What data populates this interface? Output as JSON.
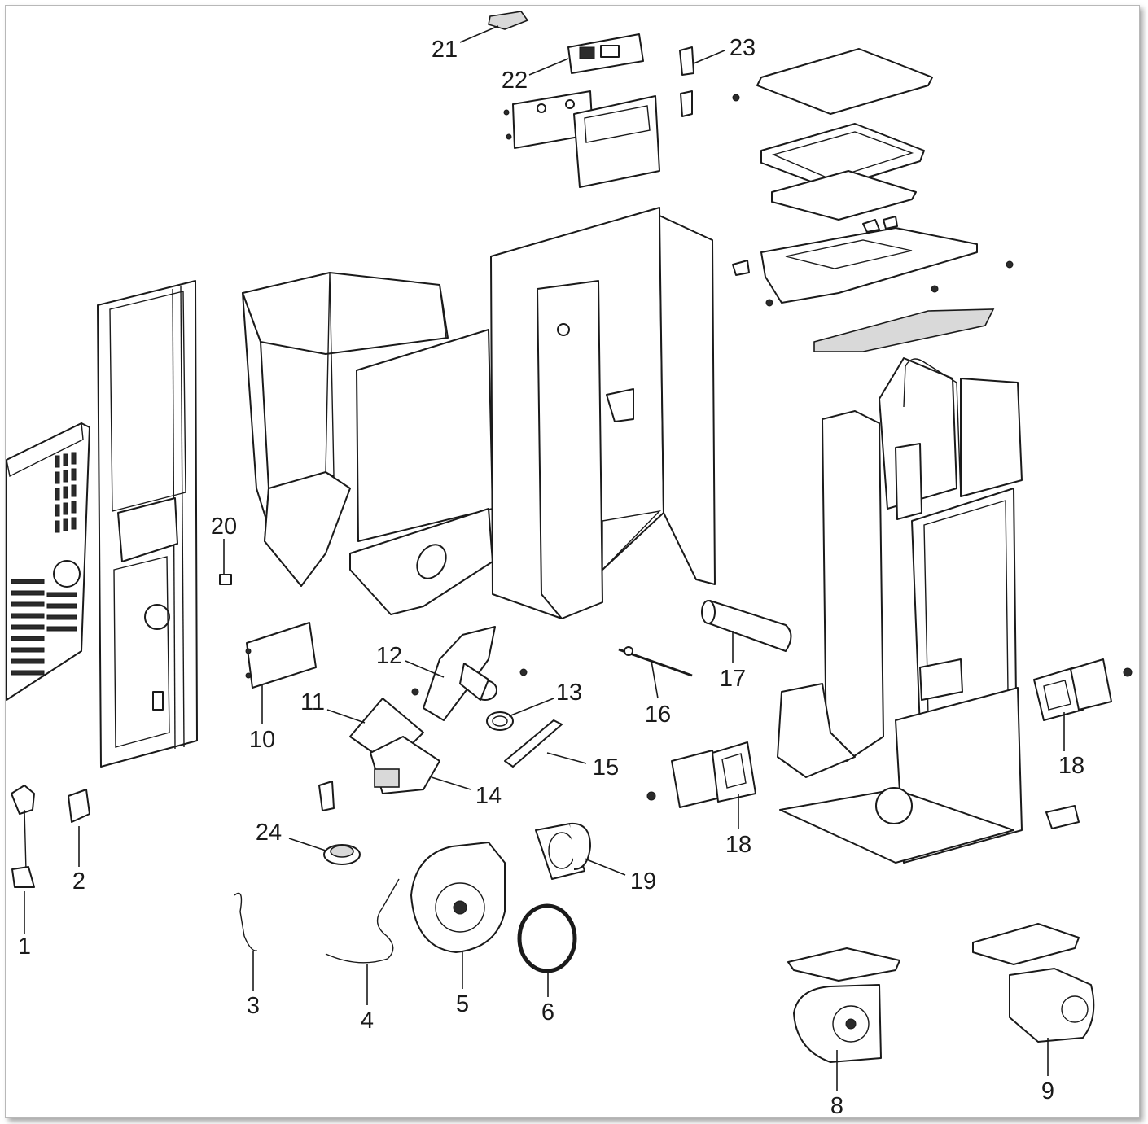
{
  "callouts": [
    {
      "id": "1",
      "label": "1"
    },
    {
      "id": "2",
      "label": "2"
    },
    {
      "id": "3",
      "label": "3"
    },
    {
      "id": "4",
      "label": "4"
    },
    {
      "id": "5",
      "label": "5"
    },
    {
      "id": "6",
      "label": "6"
    },
    {
      "id": "8",
      "label": "8"
    },
    {
      "id": "9",
      "label": "9"
    },
    {
      "id": "10",
      "label": "10"
    },
    {
      "id": "11",
      "label": "11"
    },
    {
      "id": "12",
      "label": "12"
    },
    {
      "id": "13",
      "label": "13"
    },
    {
      "id": "14",
      "label": "14"
    },
    {
      "id": "15",
      "label": "15"
    },
    {
      "id": "16",
      "label": "16"
    },
    {
      "id": "17",
      "label": "17"
    },
    {
      "id": "18a",
      "label": "18"
    },
    {
      "id": "18b",
      "label": "18"
    },
    {
      "id": "19",
      "label": "19"
    },
    {
      "id": "20",
      "label": "20"
    },
    {
      "id": "21",
      "label": "21"
    },
    {
      "id": "22",
      "label": "22"
    },
    {
      "id": "23",
      "label": "23"
    },
    {
      "id": "24",
      "label": "24"
    }
  ]
}
